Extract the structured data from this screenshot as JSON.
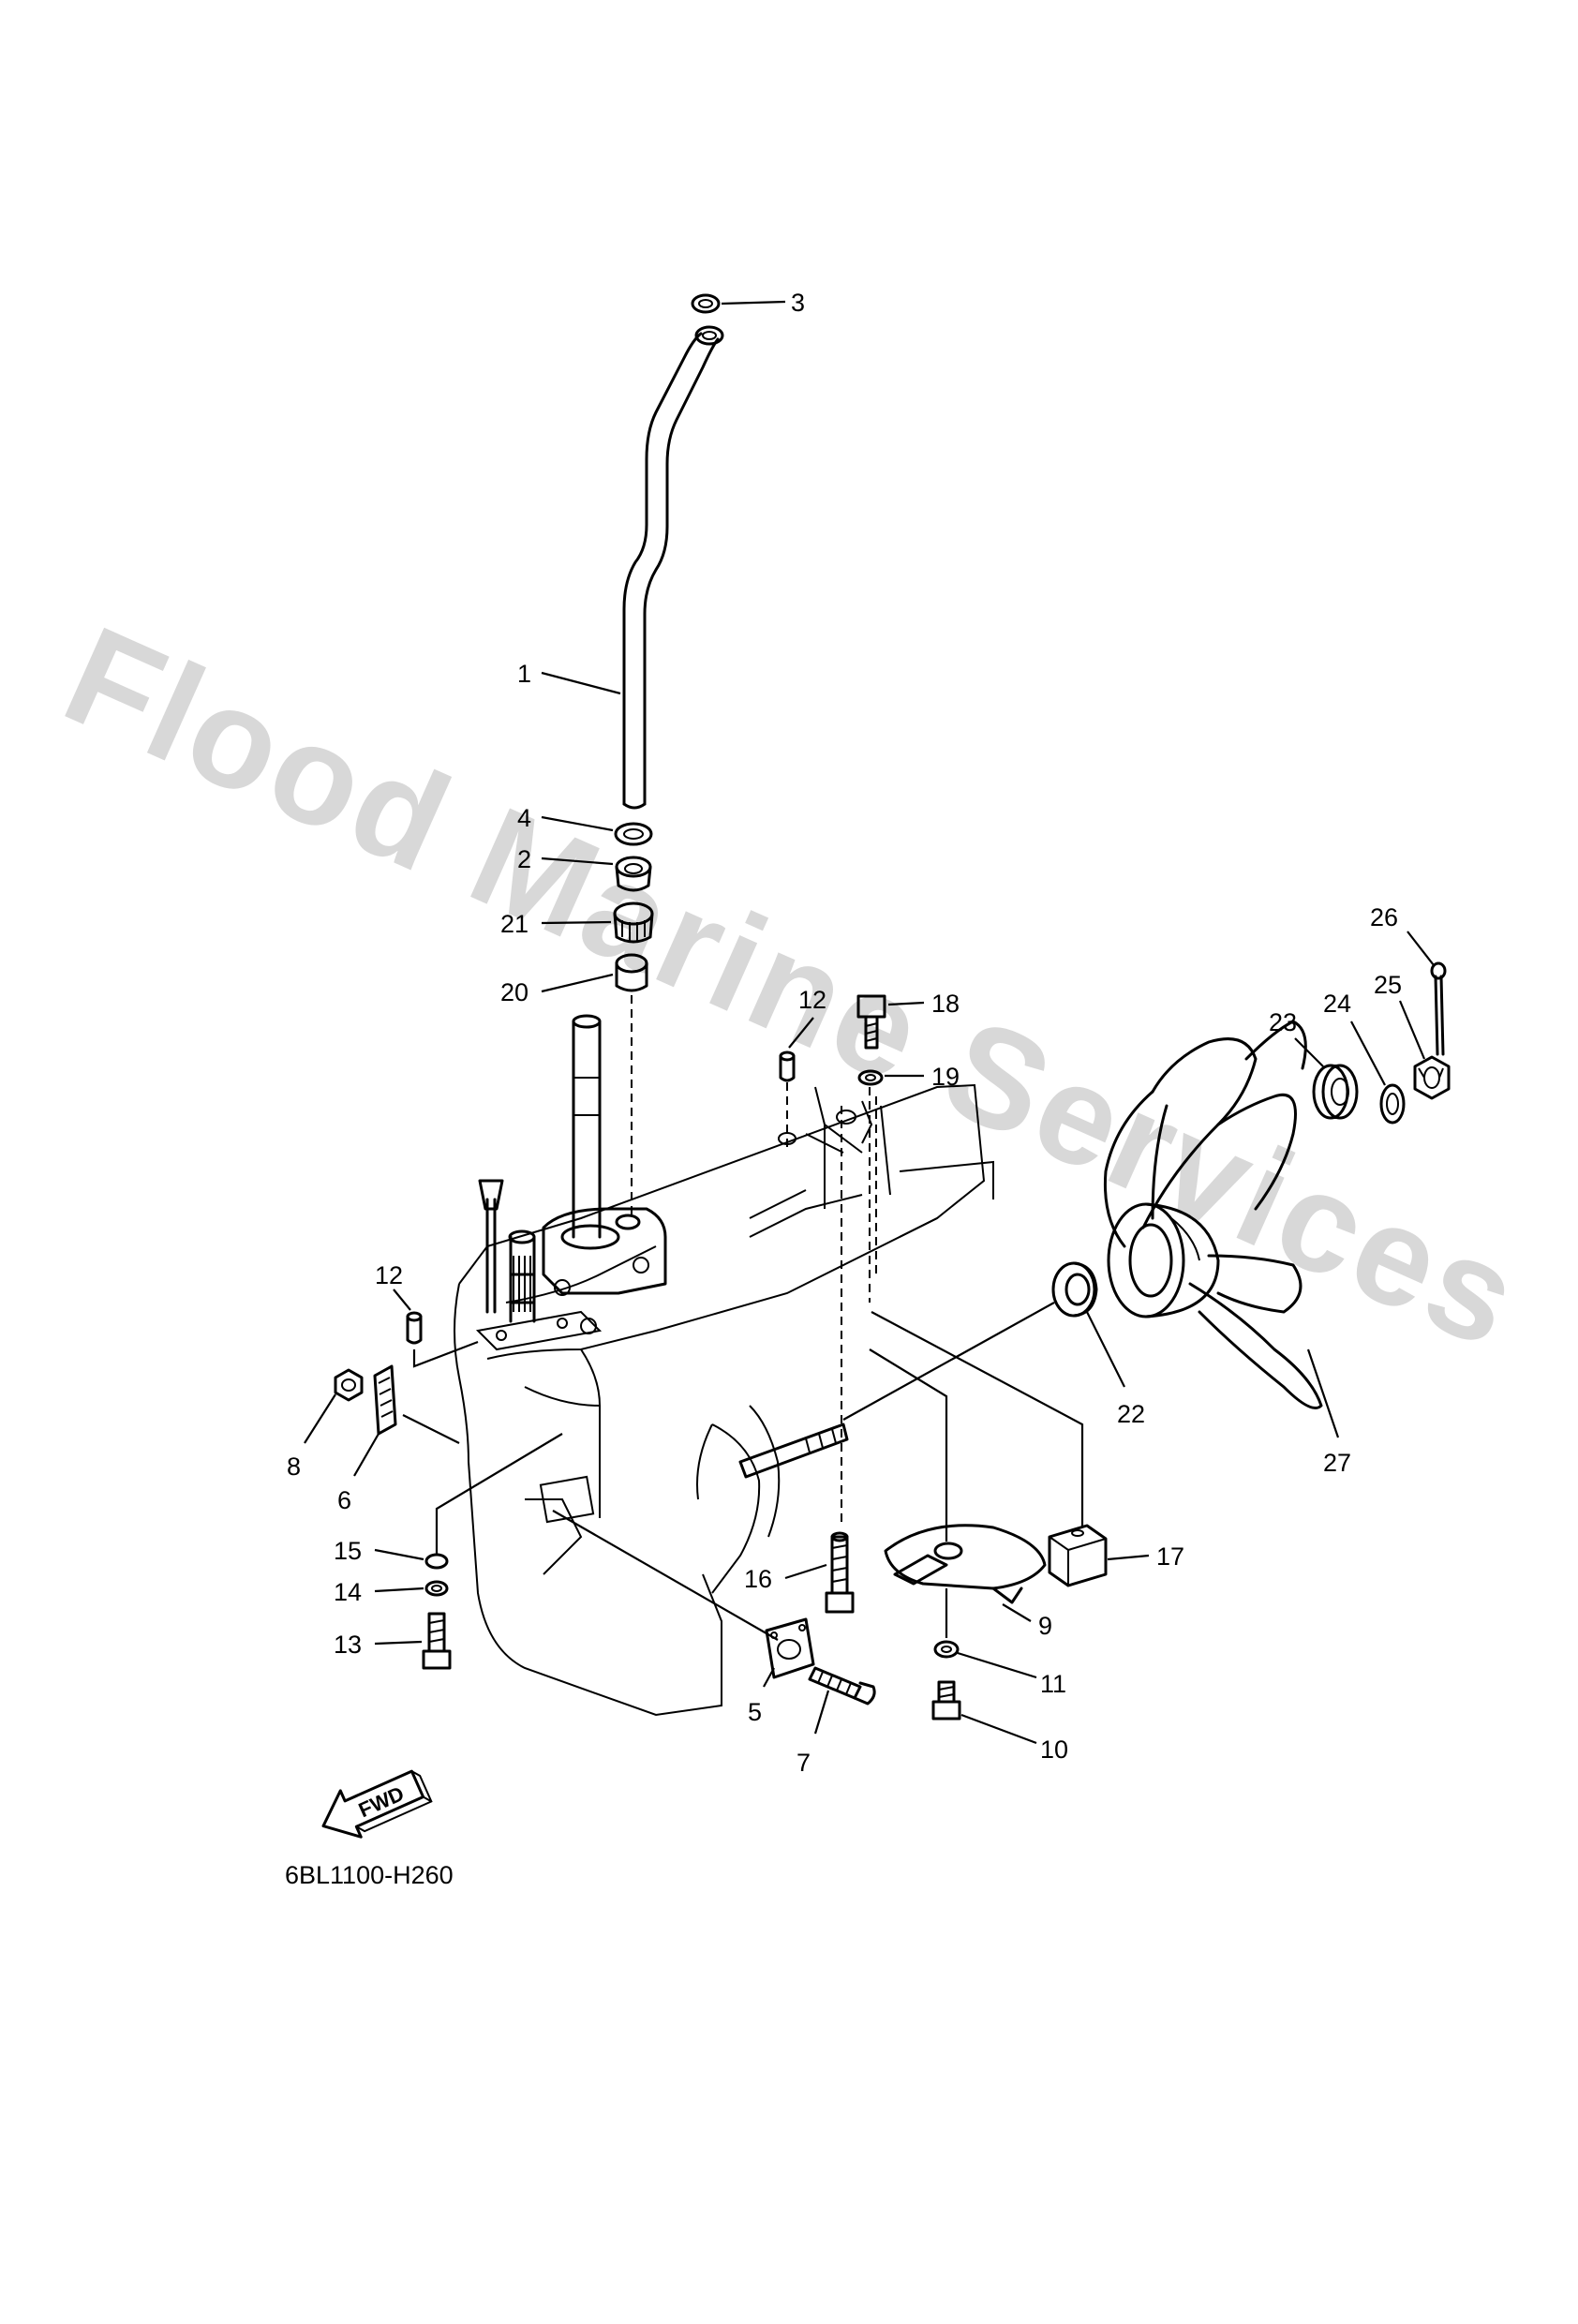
{
  "watermark": "Flood Marine Services",
  "drawing_code": "6BL1100-H260",
  "fwd_label": "FWD",
  "callouts": {
    "n1": "1",
    "n2": "2",
    "n3": "3",
    "n4": "4",
    "n5": "5",
    "n6": "6",
    "n7": "7",
    "n8": "8",
    "n9": "9",
    "n10": "10",
    "n11": "11",
    "n12a": "12",
    "n12b": "12",
    "n13": "13",
    "n14": "14",
    "n15": "15",
    "n16": "16",
    "n17": "17",
    "n18": "18",
    "n19": "19",
    "n20": "20",
    "n21": "21",
    "n22": "22",
    "n23": "23",
    "n24": "24",
    "n25": "25",
    "n26": "26",
    "n27": "27"
  }
}
